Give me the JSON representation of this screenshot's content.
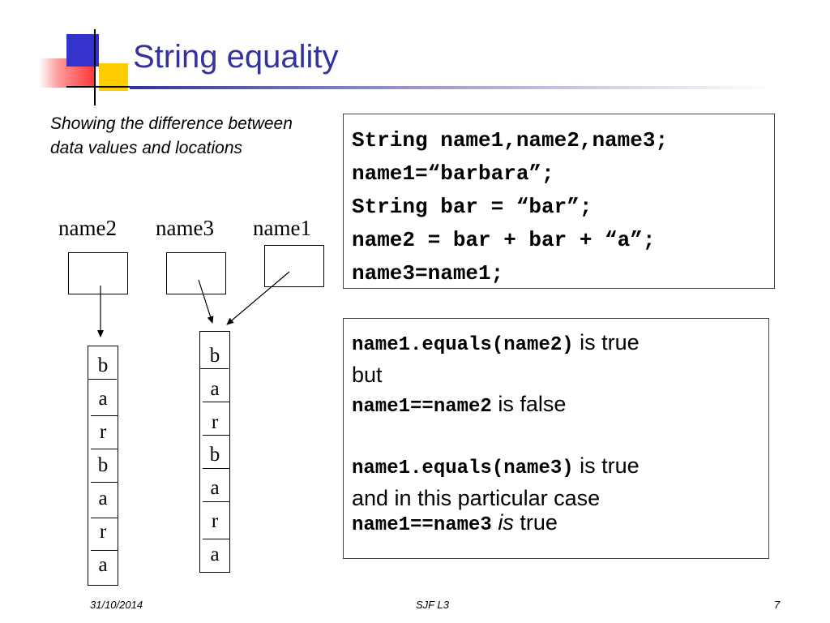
{
  "slide": {
    "title": "String equality",
    "subtitle": "Showing the difference between data values and locations"
  },
  "diagram": {
    "variables": [
      {
        "name": "name2"
      },
      {
        "name": "name3"
      },
      {
        "name": "name1"
      }
    ],
    "string_a": [
      "b",
      "a",
      "r",
      "b",
      "a",
      "r",
      "a"
    ],
    "string_b": [
      "b",
      "a",
      "r",
      "b",
      "a",
      "r",
      "a"
    ]
  },
  "code": {
    "lines": [
      "String name1,name2,name3;",
      "name1=“barbara”;",
      "String bar = “bar”;",
      "name2 = bar + bar + “a”;",
      "name3=name1;"
    ]
  },
  "results": {
    "line1_code": "name1.equals(name2)",
    "line1_text": " is true",
    "line2_text": "but",
    "line3_code": "name1==name2",
    "line3_text": " is false",
    "line4_code": "name1.equals(name3)",
    "line4_text": " is true",
    "line5_text": "and in this particular case",
    "line6_code": "name1==name3",
    "line6_italic": "is",
    "line6_text": " true"
  },
  "footer": {
    "date": "31/10/2014",
    "center": "SJF L3",
    "page": "7"
  }
}
